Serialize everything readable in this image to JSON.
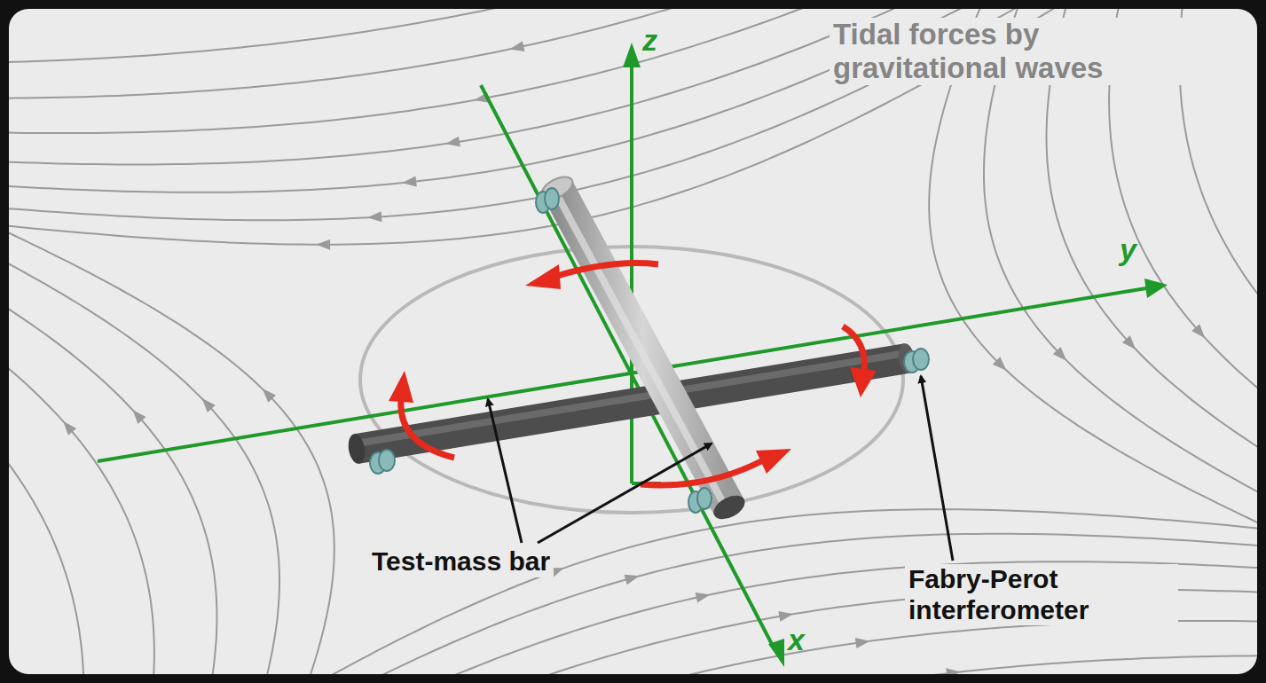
{
  "diagram": {
    "labels": [
      "z",
      "Tidal forces by gravitational waves",
      "y",
      "Test-mass bar",
      "Fabry-Perot interferometer",
      "x"
    ]
  }
}
